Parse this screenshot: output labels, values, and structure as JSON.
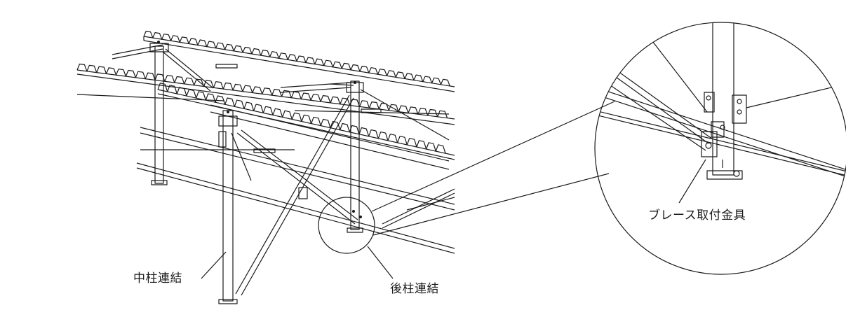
{
  "labels": {
    "middle_post": "中柱連結",
    "rear_post": "後柱連結",
    "brace_bracket": "ブレース取付金具"
  },
  "colors": {
    "line": "#1a1a1a",
    "background": "#ffffff"
  }
}
